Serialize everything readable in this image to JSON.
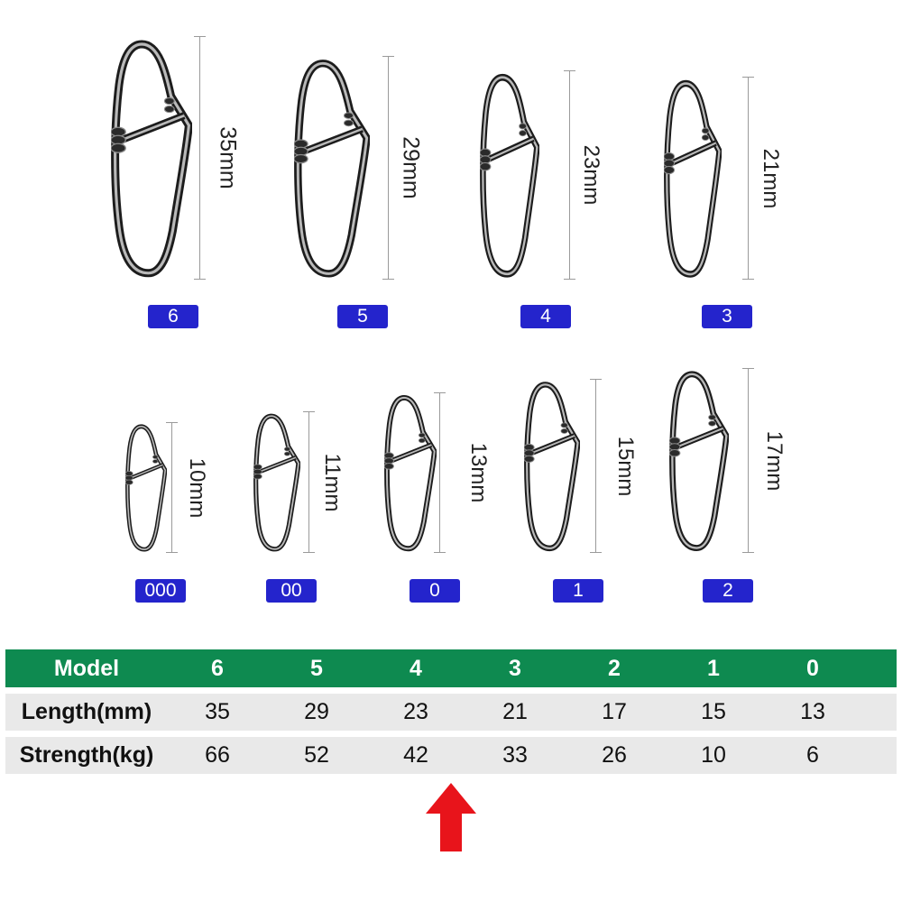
{
  "colors": {
    "header_green": "#0e8a50",
    "tag_blue": "#2424cc",
    "row_gray": "#e9e9e9",
    "arrow_red": "#e8141b"
  },
  "snaps": [
    {
      "model": "6",
      "size": "35mm"
    },
    {
      "model": "5",
      "size": "29mm"
    },
    {
      "model": "4",
      "size": "23mm"
    },
    {
      "model": "3",
      "size": "21mm"
    },
    {
      "model": "000",
      "size": "10mm"
    },
    {
      "model": "00",
      "size": "11mm"
    },
    {
      "model": "0",
      "size": "13mm"
    },
    {
      "model": "1",
      "size": "15mm"
    },
    {
      "model": "2",
      "size": "17mm"
    }
  ],
  "table": {
    "columns": [
      "Model",
      "6",
      "5",
      "4",
      "3",
      "2",
      "1",
      "0"
    ],
    "rows": [
      {
        "label": "Length(mm)",
        "values": [
          "35",
          "29",
          "23",
          "21",
          "17",
          "15",
          "13"
        ]
      },
      {
        "label": "Strength(kg)",
        "values": [
          "66",
          "52",
          "42",
          "33",
          "26",
          "10",
          "6"
        ]
      }
    ]
  },
  "highlight": {
    "icon": "up-arrow-icon",
    "column_model": "4"
  }
}
